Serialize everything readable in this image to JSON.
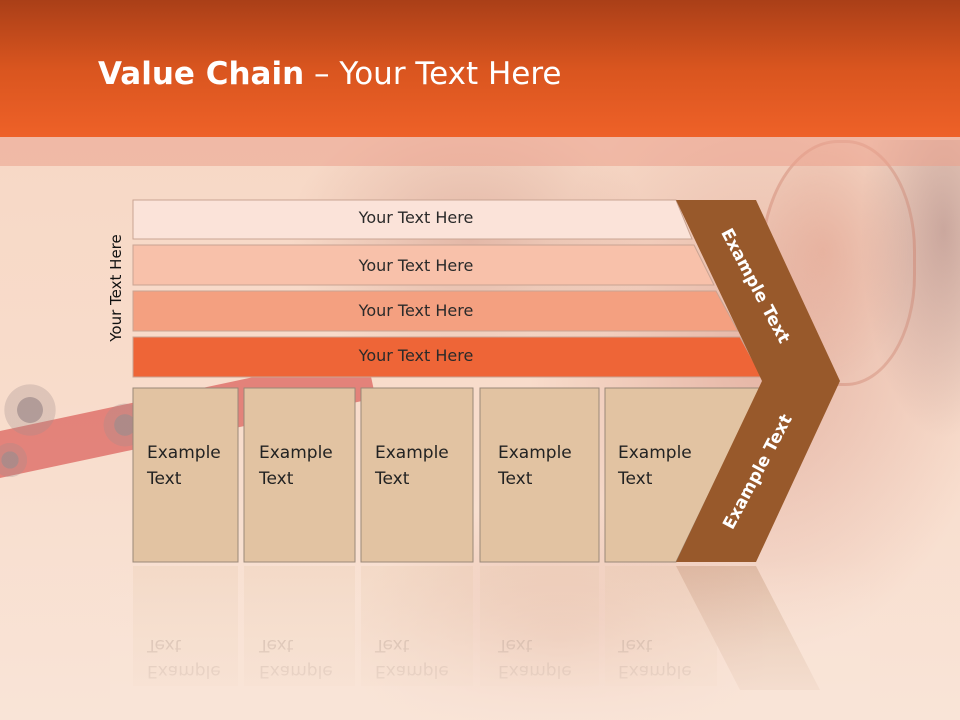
{
  "title": {
    "bold": "Value Chain",
    "rest": " – Your Text Here"
  },
  "side_label": "Your Text Here",
  "rows": [
    {
      "label": "Your Text Here",
      "fill": "#fbe3d9"
    },
    {
      "label": "Your Text Here",
      "fill": "#f8c1aa"
    },
    {
      "label": "Your Text Here",
      "fill": "#f4a080"
    },
    {
      "label": "Your Text Here",
      "fill": "#ee6537"
    }
  ],
  "boxes": [
    {
      "line1": "Example",
      "line2": "Text"
    },
    {
      "line1": "Example",
      "line2": "Text"
    },
    {
      "line1": "Example",
      "line2": "Text"
    },
    {
      "line1": "Example",
      "line2": "Text"
    },
    {
      "line1": "Example",
      "line2": "Text"
    }
  ],
  "chevron": {
    "upper_label": "Example Text",
    "lower_label": "Example Text",
    "fill": "#98592b"
  },
  "colors": {
    "header": "#e45a22",
    "box_fill": "#e2c3a2",
    "box_border": "#9a8878"
  }
}
